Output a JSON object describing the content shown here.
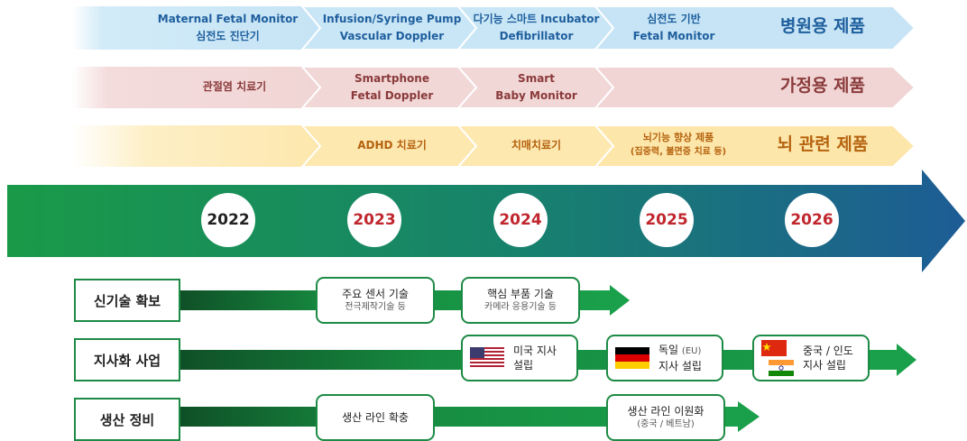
{
  "rows": {
    "hospital": {
      "title": "병원용 제품",
      "items": [
        {
          "line1": "Maternal Fetal Monitor",
          "line2": "심전도 진단기"
        },
        {
          "line1": "Infusion/Syringe Pump",
          "line2": "Vascular Doppler"
        },
        {
          "line1": "다기능 스마트 Incubator",
          "line2": "Defibrillator"
        },
        {
          "line1": "심전도 기반",
          "line2": "Fetal Monitor"
        }
      ]
    },
    "home": {
      "title": "가정용 제품",
      "items": [
        {
          "line1": "관절염 치료기",
          "line2": ""
        },
        {
          "line1": "Smartphone",
          "line2": "Fetal Doppler"
        },
        {
          "line1": "Smart",
          "line2": "Baby Monitor"
        },
        {
          "line1": "",
          "line2": ""
        }
      ]
    },
    "brain": {
      "title": "뇌 관련 제품",
      "items": [
        {
          "line1": "",
          "line2": ""
        },
        {
          "line1": "ADHD 치료기",
          "line2": ""
        },
        {
          "line1": "치매치료기",
          "line2": ""
        },
        {
          "line1": "뇌기능 향상 제품",
          "line2": "(집중력, 불면증 치료 등)"
        }
      ]
    }
  },
  "years": [
    "2022",
    "2023",
    "2024",
    "2025",
    "2026"
  ],
  "labels": {
    "tech": "신기술 확보",
    "branch": "지사화 사업",
    "production": "생산 정비"
  },
  "tech_items": [
    {
      "main": "주요 센서 기술",
      "sub": "전극제작기술 등"
    },
    {
      "main": "핵심 부품 기술",
      "sub": "카메라 응용기술 등"
    }
  ],
  "branch_items": [
    {
      "line1": "미국 지사",
      "line2": "설립",
      "flag": "us-flag-icon"
    },
    {
      "line1": "독일",
      "eu": "(EU)",
      "line2": "지사 설립",
      "flag": "germany-flag-icon"
    },
    {
      "line1": "중국 / 인도",
      "line2": "지사 설립",
      "flag": "china-india-flag-icon"
    }
  ],
  "production_items": [
    {
      "main": "생산 라인 확충",
      "sub": ""
    },
    {
      "main": "생산 라인 이원화",
      "sub": "(중국 / 베트남)"
    }
  ],
  "colors": {
    "hospital_band": "#cde8f6",
    "home_band": "#f3d8d8",
    "brain_band": "#fde9b4",
    "timeline_start": "#1d9a4a",
    "timeline_end": "#1e5f93",
    "accent_green": "#1d8a45",
    "year_red": "#c0262d"
  }
}
